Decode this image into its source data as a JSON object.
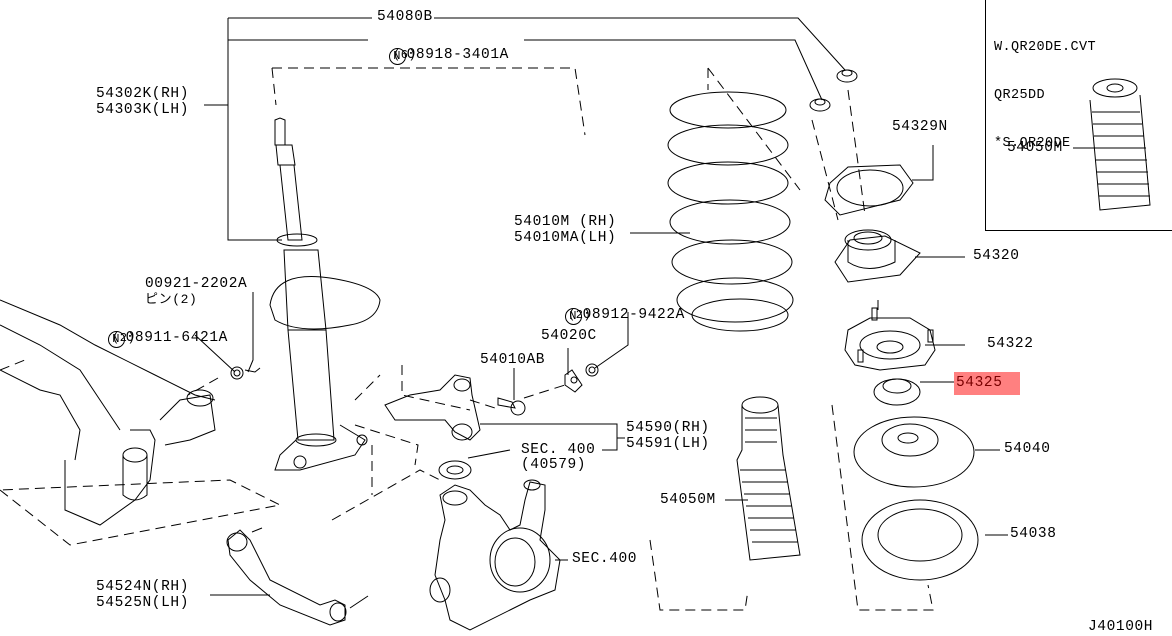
{
  "diagram": {
    "title_code": "J40100H",
    "highlight_color": "#ff8080",
    "note_box": {
      "lines": [
        "W.QR20DE.CVT",
        "QR25DD",
        "*S.QR20DE"
      ],
      "part_label": "54050M"
    },
    "labels": {
      "p54080B": "54080B",
      "p08918": "08918-3401A",
      "p08918_qty": "(6)",
      "p54302K": "54302K(RH)",
      "p54303K": "54303K(LH)",
      "p54329N": "54329N",
      "p54010M": "54010M (RH)",
      "p54010MA": "54010MA(LH)",
      "p54320": "54320",
      "p00921": "00921-2202A",
      "p00921_qty": "ピン(2)",
      "p08911": "08911-6421A",
      "p08911_qty": "(2)",
      "p08912": "08912-9422A",
      "p08912_qty": "(2)",
      "p54020C": "54020C",
      "p54010AB": "54010AB",
      "p54322": "54322",
      "p54325": "54325",
      "p54590": "54590(RH)",
      "p54591": "54591(LH)",
      "sec400a": "SEC. 400",
      "sec400a_sub": "(40579)",
      "p54040": "54040",
      "p54050M": "54050M",
      "sec400b": "SEC.400",
      "p54038": "54038",
      "p54524N": "54524N(RH)",
      "p54525N": "54525N(LH)"
    },
    "n_symbol": "N"
  }
}
